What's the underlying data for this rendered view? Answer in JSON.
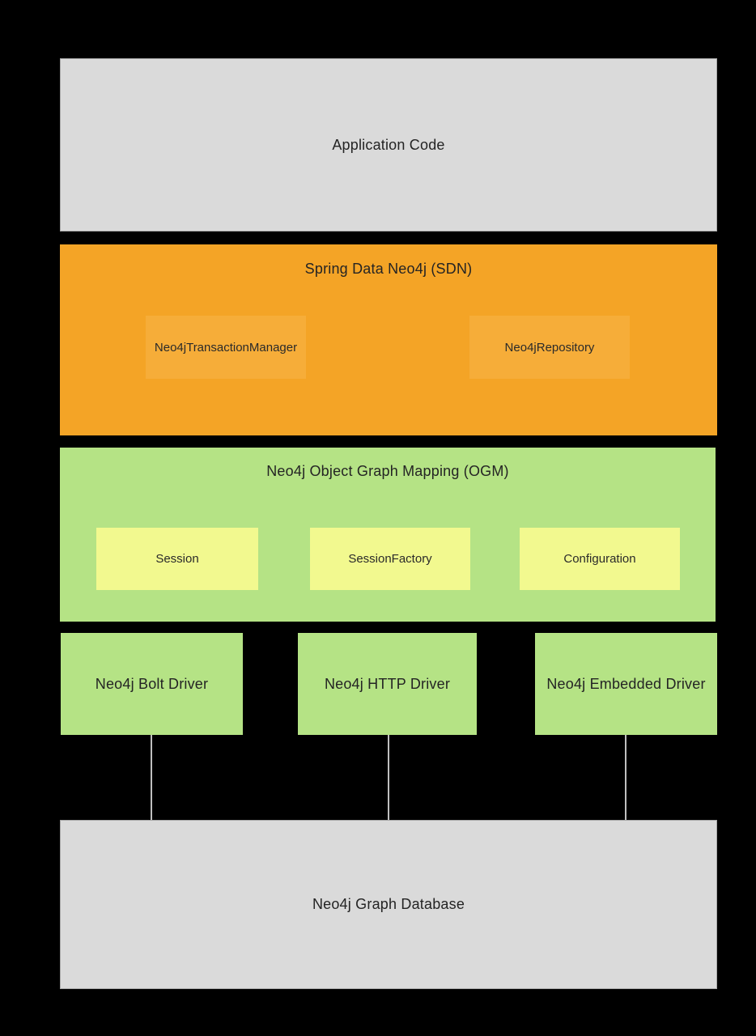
{
  "diagram": {
    "application_layer": {
      "label": "Application Code"
    },
    "sdn_layer": {
      "label": "Spring Data Neo4j (SDN)",
      "components": [
        {
          "label": "Neo4jTransactionManager"
        },
        {
          "label": "Neo4jRepository"
        }
      ]
    },
    "ogm_layer": {
      "label": "Neo4j Object Graph Mapping (OGM)",
      "components": [
        {
          "label": "Session"
        },
        {
          "label": "SessionFactory"
        },
        {
          "label": "Configuration"
        }
      ]
    },
    "driver_layer": {
      "drivers": [
        {
          "label": "Neo4j Bolt Driver"
        },
        {
          "label": "Neo4j HTTP Driver"
        },
        {
          "label": "Neo4j Embedded Driver"
        }
      ]
    },
    "database_layer": {
      "label": "Neo4j Graph Database"
    },
    "colors": {
      "page_background": "#000000",
      "neutral_box": "#dadada",
      "neutral_border": "#a9a9a9",
      "sdn_orange": "#f4a426",
      "sdn_inner_orange": "#f6ad39",
      "ogm_green": "#b5e385",
      "ogm_inner_yellow": "#f2f98f",
      "driver_green": "#b5e385",
      "connector_line": "#bfbfbf",
      "text": "#212121"
    }
  }
}
